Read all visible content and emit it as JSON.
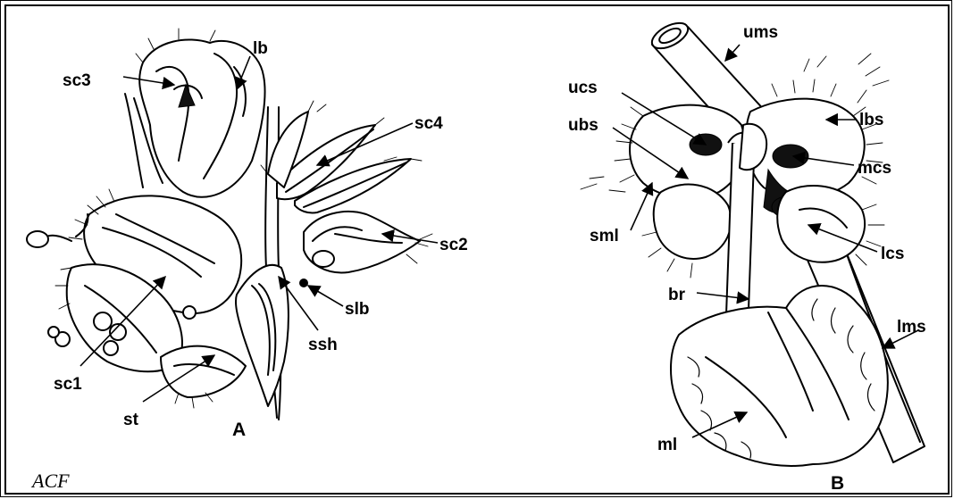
{
  "panels": {
    "A": {
      "label": "A",
      "parts": [
        {
          "key": "lb",
          "text": "lb"
        },
        {
          "key": "sc3",
          "text": "sc3"
        },
        {
          "key": "sc4",
          "text": "sc4"
        },
        {
          "key": "sc2",
          "text": "sc2"
        },
        {
          "key": "slb",
          "text": "slb"
        },
        {
          "key": "ssh",
          "text": "ssh"
        },
        {
          "key": "sc1",
          "text": "sc1"
        },
        {
          "key": "st",
          "text": "st"
        }
      ]
    },
    "B": {
      "label": "B",
      "parts": [
        {
          "key": "ums",
          "text": "ums"
        },
        {
          "key": "ucs",
          "text": "ucs"
        },
        {
          "key": "lbs",
          "text": "lbs"
        },
        {
          "key": "ubs",
          "text": "ubs"
        },
        {
          "key": "mcs",
          "text": "mcs"
        },
        {
          "key": "sml",
          "text": "sml"
        },
        {
          "key": "lcs",
          "text": "lcs"
        },
        {
          "key": "br",
          "text": "br"
        },
        {
          "key": "lms",
          "text": "lms"
        },
        {
          "key": "ml",
          "text": "ml"
        }
      ]
    }
  },
  "credit": "ACF"
}
